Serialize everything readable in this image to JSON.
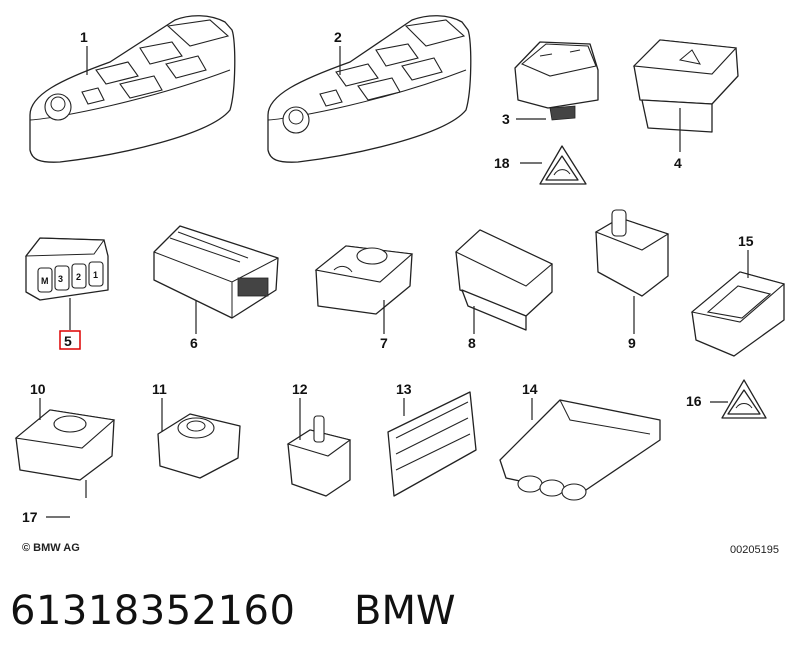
{
  "callouts": {
    "c1": "1",
    "c2": "2",
    "c3": "3",
    "c4": "4",
    "c5": "5",
    "c6": "6",
    "c7": "7",
    "c8": "8",
    "c9": "9",
    "c10": "10",
    "c11": "11",
    "c12": "12",
    "c13": "13",
    "c14": "14",
    "c15": "15",
    "c16": "16",
    "c17": "17",
    "c18": "18"
  },
  "highlighted_callout": "5",
  "highlight_color": "#dd0000",
  "switch5_labels": [
    "M",
    "3",
    "2",
    "1"
  ],
  "copyright": "© BMW AG",
  "diagram_id": "00205195",
  "part_number": "61318352160",
  "brand": "BMW"
}
